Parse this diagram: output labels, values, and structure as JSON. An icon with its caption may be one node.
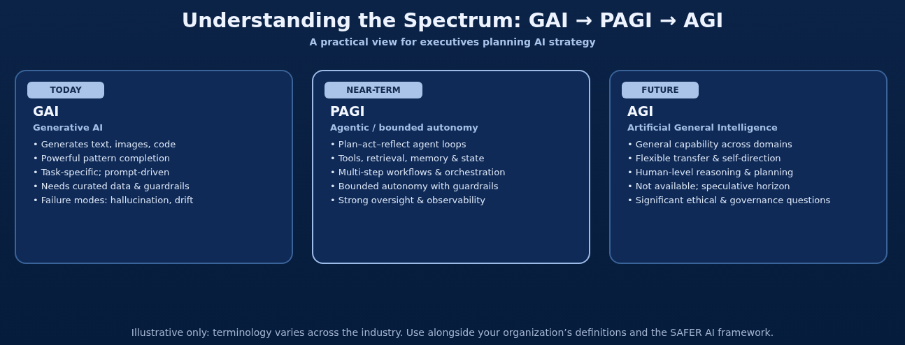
{
  "diagram": {
    "title": "Understanding the Spectrum: GAI → PAGI → AGI",
    "caption": "Illustrative only: terminology varies across the industry. Use alongside your organization’s definitions and the SAFER AI framework.",
    "labels": [
      "A practical view for executives planning AI strategy"
    ],
    "nodes": [
      {
        "text": [
          "GAI",
          "Generative AI",
          "• Generates text, images, code",
          "• Powerful pattern completion",
          "• Task-specific; prompt-driven",
          "• Needs curated data & guardrails",
          "• Failure modes: hallucination, drift"
        ]
      },
      {
        "text": [
          "TODAY"
        ],
        "in": 0
      },
      {
        "text": [
          "PAGI",
          "Agentic / bounded autonomy",
          "• Plan–act–reflect agent loops",
          "• Tools, retrieval, memory & state",
          "• Multi-step workflows & orchestration",
          "• Bounded autonomy with guardrails",
          "• Strong oversight & observability"
        ]
      },
      {
        "text": [
          "NEAR-TERM"
        ],
        "in": 2
      },
      {
        "text": [
          "AGI",
          "Artificial General Intelligence",
          "• General capability across domains",
          "• Flexible transfer & self-direction",
          "• Human-level reasoning & planning",
          "• Not available; speculative horizon",
          "• Significant ethical & governance questions"
        ]
      },
      {
        "text": [
          "FUTURE"
        ],
        "in": 4
      }
    ]
  }
}
